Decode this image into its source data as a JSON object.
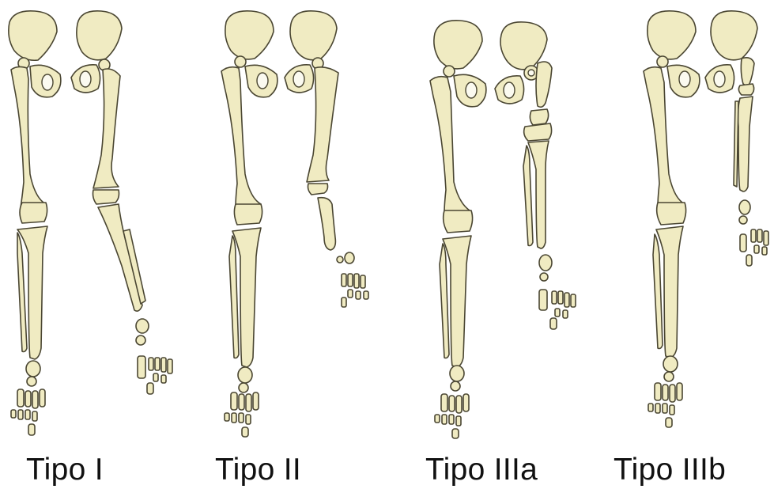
{
  "figure": {
    "panels": [
      {
        "label": "Tipo I"
      },
      {
        "label": "Tipo II"
      },
      {
        "label": "Tipo IIIa"
      },
      {
        "label": "Tipo IIIb"
      }
    ],
    "colors": {
      "bone_fill": "#f0ebc2",
      "bone_outline": "#4a4632",
      "background": "#ffffff",
      "label_text": "#111111"
    }
  }
}
